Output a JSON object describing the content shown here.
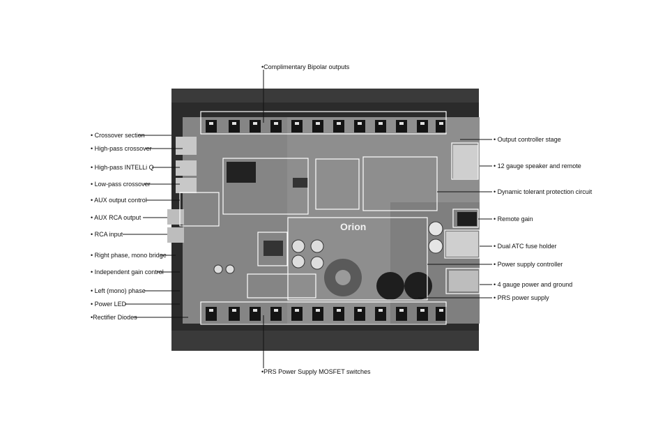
{
  "diagram": {
    "board_brand": "Orion",
    "top_label": "•Complimentary Bipolar outputs",
    "bottom_label": "•PRS Power Supply MOSFET switches",
    "left_labels": [
      "• Crossover section",
      "• High-pass crossover",
      "• High-pass INTELLi Q",
      "• Low-pass crossover",
      "• AUX output control",
      "• AUX RCA output",
      "• RCA input",
      "• Right phase, mono bridge",
      "• Independent gain control",
      "• Left (mono) phase",
      "• Power LED",
      "•Rectifier Diodes"
    ],
    "right_labels": [
      "• Output controller stage",
      "• 12 gauge speaker and remote",
      "• Dynamic tolerant protection circuit",
      "• Remote gain",
      "• Dual ATC fuse holder",
      "• Power supply controller",
      "• 4 gauge power and ground",
      "• PRS power supply"
    ]
  }
}
